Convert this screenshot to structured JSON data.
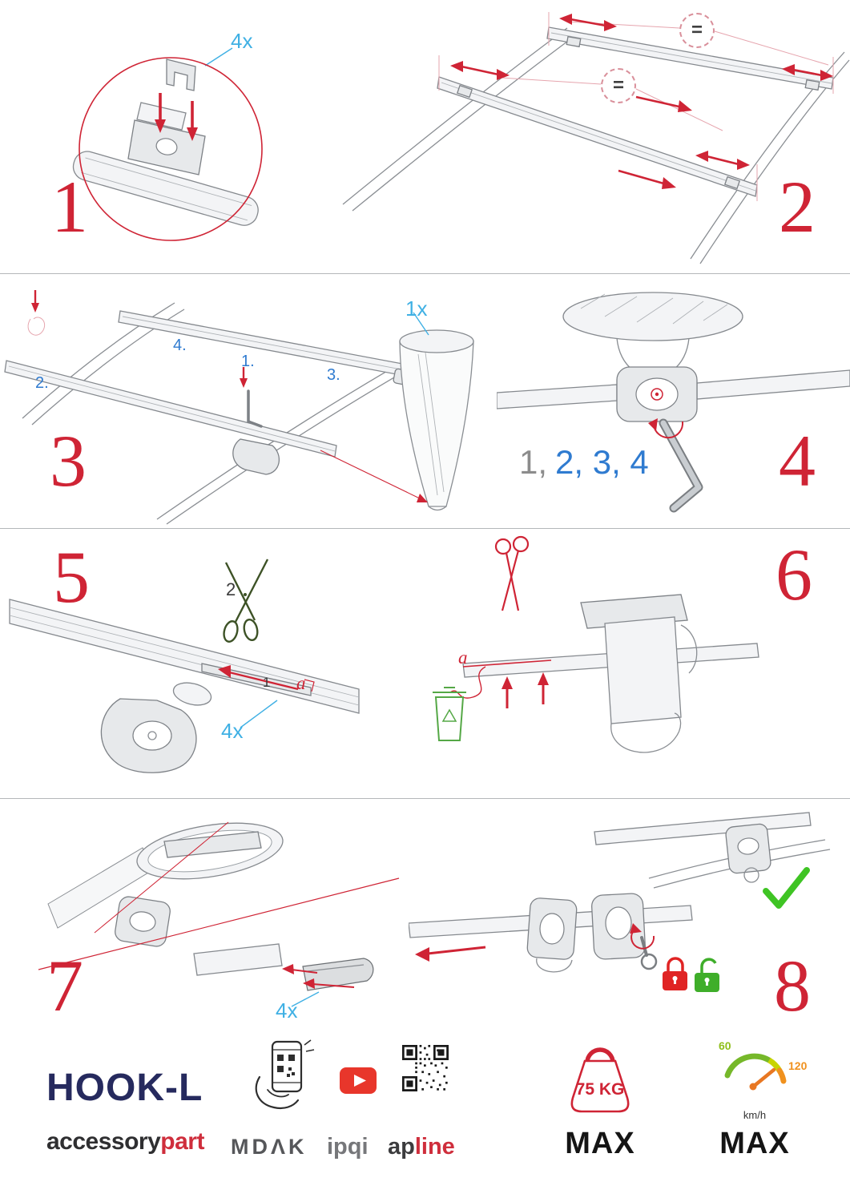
{
  "document": {
    "type": "assembly-instructions",
    "product": "HOOK-L"
  },
  "colors": {
    "step_number_red": "#cf2435",
    "label_blue": "#3fb0e4",
    "sequence_gray": "#8c8c8c",
    "sequence_blue": "#2f7bd0",
    "line_art_gray": "#8a8e93",
    "check_green": "#3fc424",
    "lock_red": "#e02424",
    "lock_green": "#3fae2a",
    "bin_green": "#55a846",
    "scissors_green": "#3d5226",
    "brand_navy": "#262a5e",
    "brand_red": "#cf2e3c",
    "youtube_red": "#e8362b",
    "gauge_green": "#76b82a",
    "gauge_yellow": "#c8d400",
    "gauge_orange": "#f0911e"
  },
  "steps": {
    "s1": {
      "number": "1",
      "qty": "4x"
    },
    "s2": {
      "number": "2",
      "equals": "="
    },
    "s3": {
      "number": "3",
      "qty": "1x",
      "order": [
        "1.",
        "2.",
        "3.",
        "4."
      ]
    },
    "s4": {
      "number": "4",
      "seq_first": "1,",
      "seq_rest": "2, 3, 4"
    },
    "s5": {
      "number": "5",
      "label_cut": "2",
      "label_insert": "1",
      "dim": "a",
      "qty": "4x"
    },
    "s6": {
      "number": "6",
      "dim": "a"
    },
    "s7": {
      "number": "7",
      "qty": "4x"
    },
    "s8": {
      "number": "8"
    }
  },
  "footer": {
    "product_name": "HOOK-L",
    "brand_primary": "accessory",
    "brand_accent": "part",
    "logo_mdak": "MDΛK",
    "logo_ipqi": "ipqi",
    "logo_apline_primary": "ap",
    "logo_apline_accent": "line",
    "load": {
      "value": "75 KG",
      "max": "MAX"
    },
    "speed": {
      "low": "60",
      "high": "120",
      "unit": "km/h",
      "max": "MAX"
    }
  }
}
